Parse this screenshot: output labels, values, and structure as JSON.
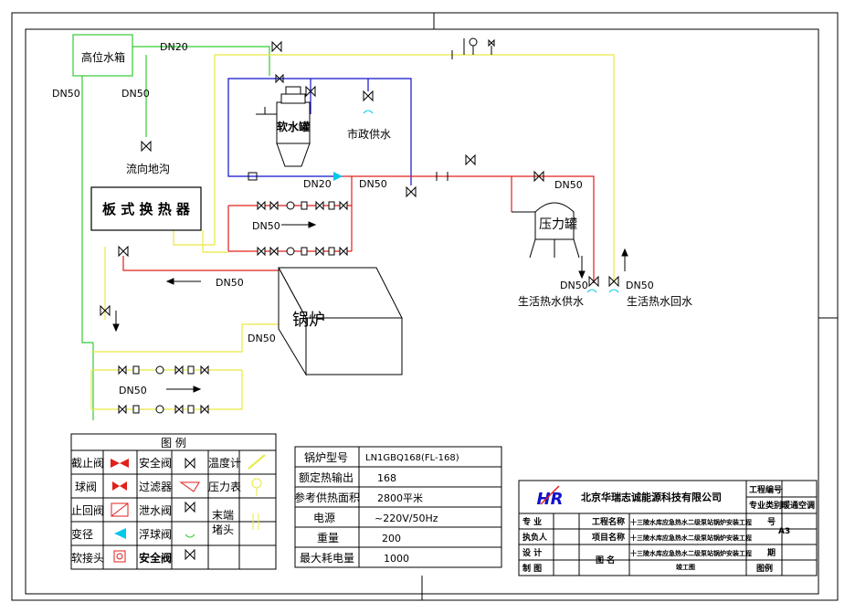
{
  "equipment": {
    "high_tank": "高位水箱",
    "softener": "软水罐",
    "plate_exchanger": "板 式 换 热 器",
    "boiler": "锅炉",
    "pressure_tank": "压力罐"
  },
  "labels": {
    "drain": "流向地沟",
    "city_water": "市政供水",
    "hot_supply": "生活热水供水",
    "hot_return": "生活热水回水"
  },
  "pipe_sizes": {
    "dn20_top": "DN20",
    "dn50_left": "DN50",
    "dn50_drain": "DN50",
    "dn20_soft": "DN20",
    "dn50_main": "DN50",
    "dn50_right": "DN50",
    "dn50_pump": "DN50",
    "dn50_return": "DN50",
    "dn50_boiler": "DN50",
    "dn50_bottom": "DN50",
    "dn50_supply": "DN50",
    "dn50_hotreturn": "DN50"
  },
  "legend": {
    "title": "图    例",
    "rows": [
      [
        "截止阀",
        "安全阀",
        "温度计"
      ],
      [
        "球阀",
        "过滤器",
        "压力表"
      ],
      [
        "止回阀",
        "泄水阀",
        "末端"
      ],
      [
        "变径",
        "浮球阀",
        "堵头"
      ],
      [
        "软接头",
        "安全阀",
        ""
      ]
    ]
  },
  "specs": {
    "rows": [
      {
        "label": "锅炉型号",
        "value": "LN1GBQ168(FL-168)"
      },
      {
        "label": "额定热输出",
        "value": "168"
      },
      {
        "label": "参考供热面积",
        "value": "2800平米"
      },
      {
        "label": "电源",
        "value": "~220V/50Hz"
      },
      {
        "label": "重量",
        "value": "200"
      },
      {
        "label": "最大耗电量",
        "value": "1000"
      }
    ]
  },
  "title_block": {
    "company": "北京华瑞志诚能源科技有限公司",
    "proj_no_label": "工程编号",
    "major_label": "专业类别",
    "major_value": "暖通空调",
    "chief_label": "专  业",
    "exec_label": "执负人",
    "design_label": "设  计",
    "draw_label": "制  图",
    "eng_name_label": "工程名称",
    "item_name_label": "项目名称",
    "drawing_label": "图  名",
    "eng_name_value": "十三陵水库应急热水二级泵站锅炉安装工程",
    "item_name_value": "十三陵水库应急热水二级泵站锅炉安装工程",
    "drawing_value": "十三陵水库应急热水二级泵站锅炉安装工程",
    "drawing_value2": "竣工图",
    "no_label": "号",
    "size_value": "A3",
    "date_label": "期",
    "scale_label": "图例",
    "logo_text": "HR"
  },
  "colors": {
    "red": "#e0201c",
    "green": "#33cc33",
    "blue": "#1010cc",
    "yellow": "#e8e840",
    "cyan": "#00c8e8"
  }
}
